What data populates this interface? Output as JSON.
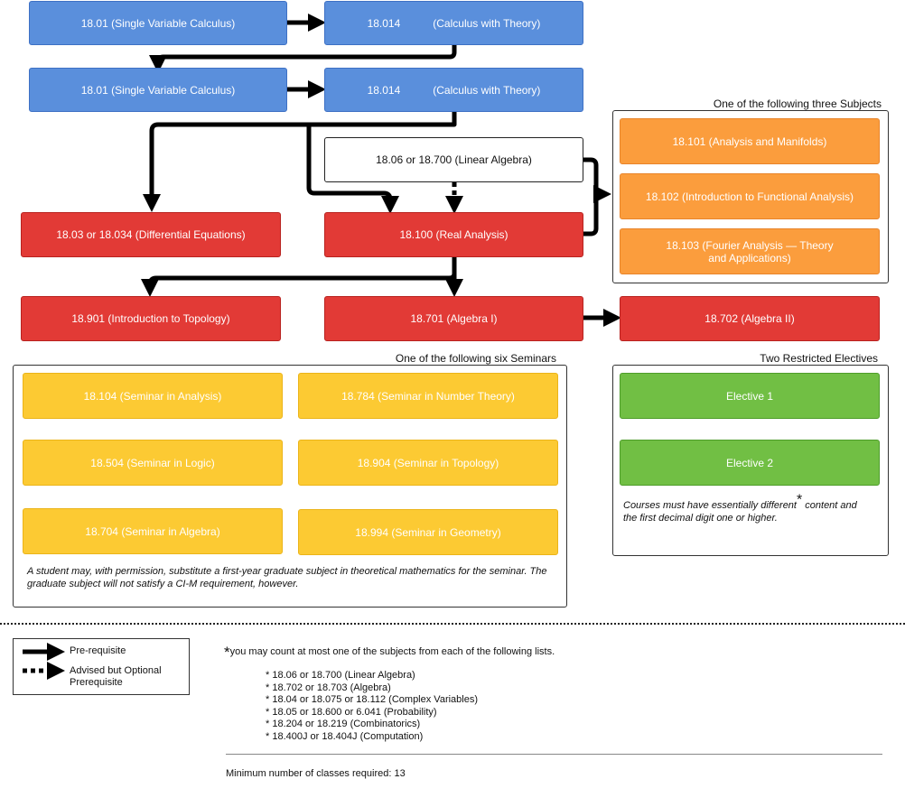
{
  "rows": {
    "r1_left": "18.01 (Single Variable Calculus)",
    "r1_right_code": "18.014",
    "r1_right_name": "(Calculus with Theory)",
    "r2_left": "18.01 (Single Variable Calculus)",
    "r2_right_code": "18.014",
    "r2_right_name": "(Calculus with Theory)",
    "linear_algebra": "18.06 or 18.700 (Linear Algebra)",
    "diff_eq": "18.03 or 18.034 (Differential Equations)",
    "real_analysis": "18.100 (Real Analysis)",
    "topology": "18.901 (Introduction to Topology)",
    "algebra1": "18.701 (Algebra I)",
    "algebra2": "18.702 (Algebra II)"
  },
  "three_subjects": {
    "label": "One of the following three Subjects",
    "items": [
      "18.101 (Analysis and Manifolds)",
      "18.102 (Introduction to Functional Analysis)",
      "18.103 (Fourier Analysis — Theory and Applications)"
    ]
  },
  "seminars": {
    "label": "One of the following six Seminars",
    "items": [
      "18.104 (Seminar in Analysis)",
      "18.784 (Seminar in Number Theory)",
      "18.504 (Seminar in Logic)",
      "18.904 (Seminar in Topology)",
      "18.704 (Seminar in Algebra)",
      "18.994 (Seminar in Geometry)"
    ],
    "note": "A student may, with permission, substitute a first-year graduate subject in theoretical mathematics for the seminar. The graduate subject will not satisfy a CI-M requirement, however."
  },
  "electives": {
    "label": "Two Restricted Electives",
    "items": [
      "Elective 1",
      "Elective 2"
    ],
    "note_a": "Courses must have essentially different",
    "note_star": "*",
    "note_b": " content and the first decimal digit one or higher."
  },
  "legend": {
    "prereq": "Pre-requisite",
    "advised": "Advised but Optional Prerequisite"
  },
  "footnote": {
    "star": "*",
    "text": "you may count at most one of the subjects from each of the following lists.",
    "lists": [
      "* 18.06 or 18.700 (Linear Algebra)",
      "* 18.702 or 18.703 (Algebra)",
      "* 18.04 or 18.075 or 18.112 (Complex Variables)",
      "* 18.05 or 18.600 or 6.041 (Probability)",
      "* 18.204 or 18.219 (Combinatorics)",
      "* 18.400J or 18.404J (Computation)"
    ]
  },
  "minimum": "Minimum number of classes required: 13",
  "colors": {
    "blue": "#5a8fdc",
    "red": "#e23a36",
    "orange": "#fb9d3d",
    "yellow": "#fcca33",
    "green": "#71bf44"
  }
}
